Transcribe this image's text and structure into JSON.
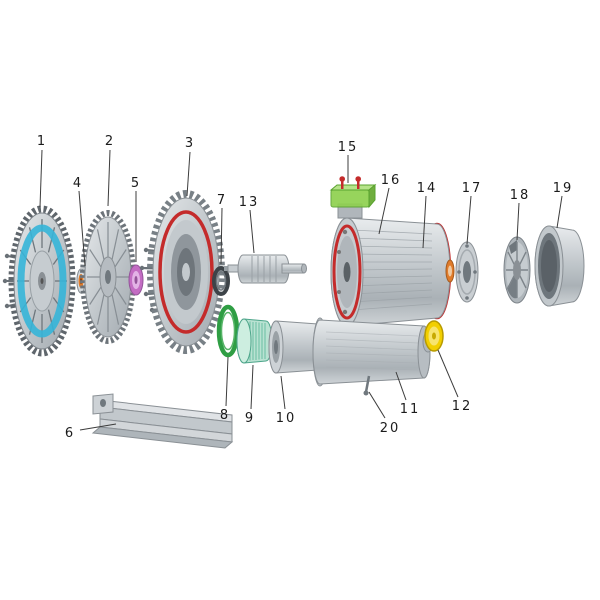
{
  "diagram": {
    "kind": "exploded-parts-view",
    "labels": [
      {
        "n": "1"
      },
      {
        "n": "2"
      },
      {
        "n": "3"
      },
      {
        "n": "4"
      },
      {
        "n": "5"
      },
      {
        "n": "6"
      },
      {
        "n": "7"
      },
      {
        "n": "8"
      },
      {
        "n": "9"
      },
      {
        "n": "10"
      },
      {
        "n": "11"
      },
      {
        "n": "12"
      },
      {
        "n": "13"
      },
      {
        "n": "14"
      },
      {
        "n": "15"
      },
      {
        "n": "16"
      },
      {
        "n": "17"
      },
      {
        "n": "18"
      },
      {
        "n": "19"
      },
      {
        "n": "20"
      }
    ],
    "colors": {
      "impeller_cyan": "#35b5d8",
      "housing_red": "#c42b2b",
      "terminal_box_green": "#8fd14f",
      "oring_green": "#2f9e44",
      "filter_teal": "#5cb89a",
      "cap_yellow": "#f2cf00",
      "disc_magenta": "#c36cc3",
      "hub_orange": "#e07b2a"
    }
  }
}
